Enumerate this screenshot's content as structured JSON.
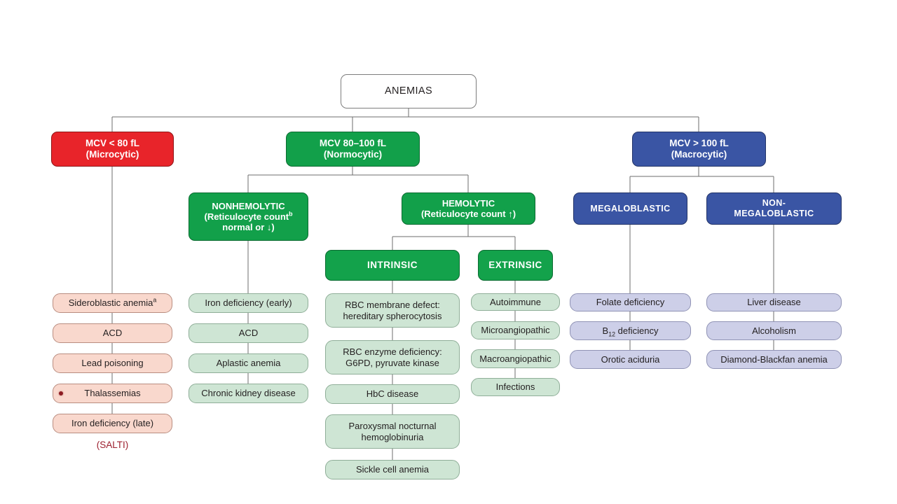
{
  "diagram": {
    "title": "Anemias classification flowchart",
    "colors": {
      "microcytic": "#e8242a",
      "normocytic": "#12a04a",
      "macrocytic": "#3a55a4",
      "leaf_pink": "#f9d8cd",
      "leaf_green": "#cee5d4",
      "leaf_blue": "#cdcfe8",
      "mnemonic_text": "#9c1f2e",
      "connector": "#6e6e6e"
    },
    "root": {
      "label": "ANEMIAS"
    },
    "level1": {
      "microcytic": {
        "line1": "MCV < 80 fL",
        "line2": "(Microcytic)"
      },
      "normocytic": {
        "line1": "MCV 80–100 fL",
        "line2": "(Normocytic)"
      },
      "macrocytic": {
        "line1": "MCV > 100 fL",
        "line2": "(Macrocytic)"
      }
    },
    "level2": {
      "nonhemolytic": {
        "line1": "NONHEMOLYTIC",
        "line2": "(Reticulocyte count",
        "sup": "b",
        "line3": "normal or ↓)"
      },
      "hemolytic": {
        "line1": "HEMOLYTIC",
        "line2": "(Reticulocyte count ↑)"
      },
      "megaloblastic": {
        "label": "MEGALOBLASTIC"
      },
      "nonmegaloblastic": {
        "line1": "NON-",
        "line2": "MEGALOBLASTIC"
      }
    },
    "level3": {
      "intrinsic": {
        "label": "INTRINSIC"
      },
      "extrinsic": {
        "label": "EXTRINSIC"
      }
    },
    "columns": {
      "microcytic_leaves": [
        {
          "text": "Sideroblastic anemia",
          "sup": "a",
          "marker": false
        },
        {
          "text": "ACD",
          "sup": "",
          "marker": false
        },
        {
          "text": "Lead poisoning",
          "sup": "",
          "marker": false
        },
        {
          "text": "Thalassemias",
          "sup": "",
          "marker": true
        },
        {
          "text": "Iron deficiency (late)",
          "sup": "",
          "marker": false
        }
      ],
      "microcytic_mnemonic": "(SALTI)",
      "nonhemolytic_leaves": [
        "Iron deficiency (early)",
        "ACD",
        "Aplastic anemia",
        "Chronic kidney disease"
      ],
      "intrinsic_leaves": [
        "RBC membrane defect:\nhereditary spherocytosis",
        "RBC enzyme deficiency:\nG6PD, pyruvate kinase",
        "HbC disease",
        "Paroxysmal nocturnal\nhemoglobinuria",
        "Sickle cell anemia"
      ],
      "extrinsic_leaves": [
        "Autoimmune",
        "Microangiopathic",
        "Macroangiopathic",
        "Infections"
      ],
      "megaloblastic_leaves": [
        {
          "pre": "Folate deficiency",
          "sub": "",
          "post": ""
        },
        {
          "pre": "B",
          "sub": "12",
          "post": " deficiency"
        },
        {
          "pre": "Orotic aciduria",
          "sub": "",
          "post": ""
        }
      ],
      "nonmegaloblastic_leaves": [
        "Liver disease",
        "Alcoholism",
        "Diamond-Blackfan anemia"
      ]
    }
  }
}
